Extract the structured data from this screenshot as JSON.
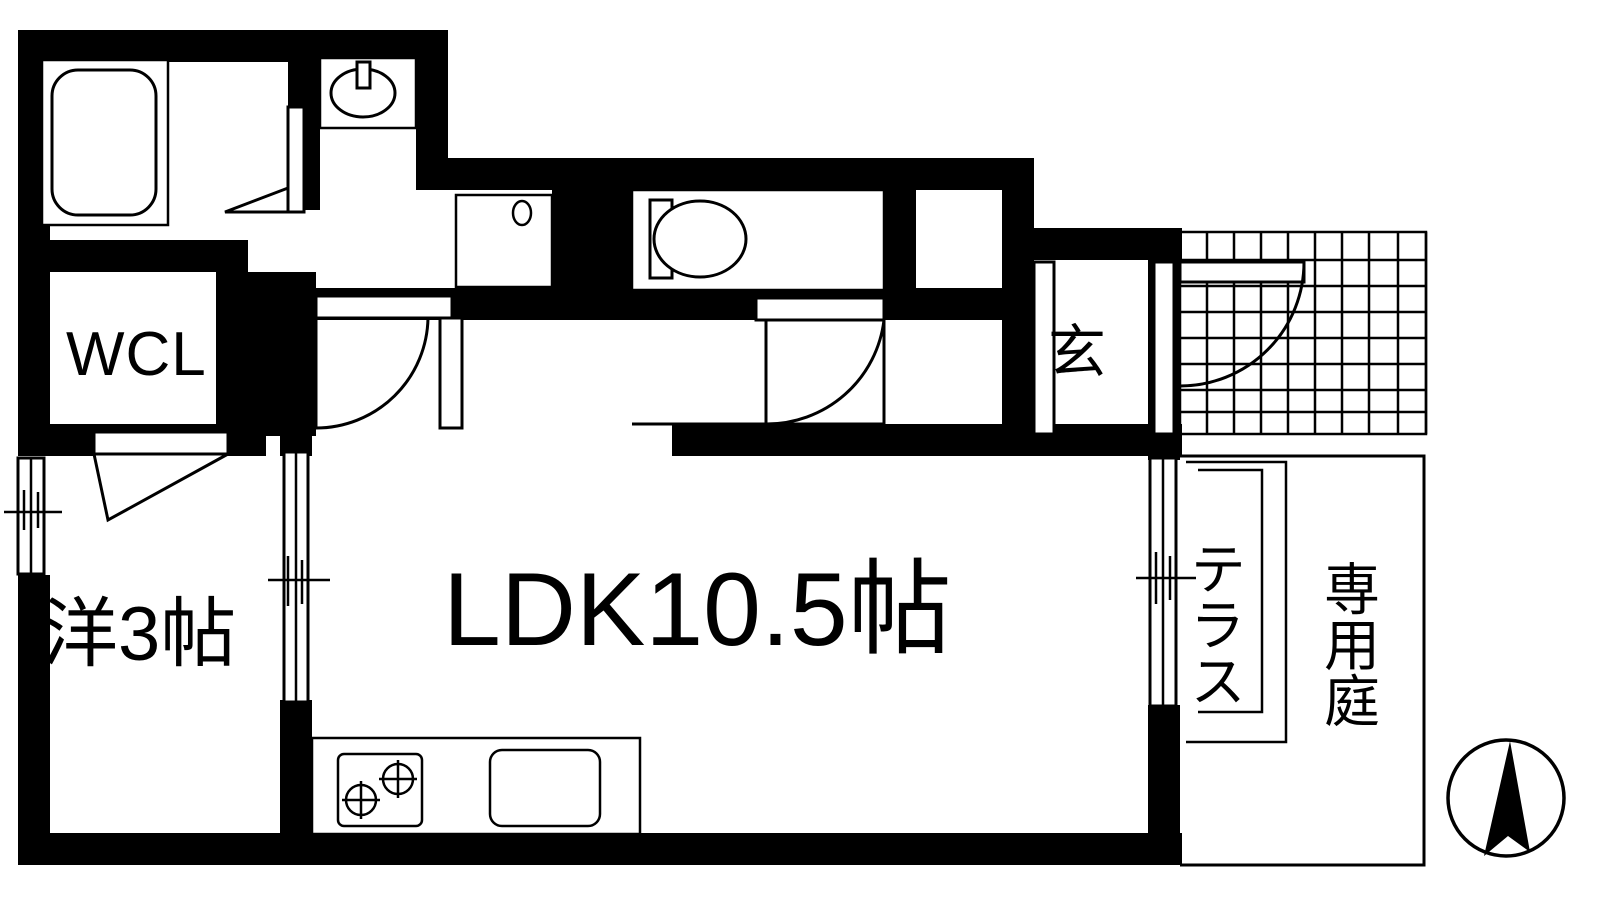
{
  "plan": {
    "title": "Japanese apartment floor plan",
    "rooms": [
      {
        "id": "ldk",
        "label": "LDK10.5帖",
        "kind": "living-dining-kitchen"
      },
      {
        "id": "western",
        "label": "洋3帖",
        "kind": "western-room"
      },
      {
        "id": "wcl",
        "label": "WCL",
        "kind": "walk-in-closet"
      },
      {
        "id": "genkan",
        "label": "玄",
        "kind": "entrance"
      },
      {
        "id": "terrace",
        "label": "テラス",
        "kind": "terrace"
      },
      {
        "id": "garden",
        "label": "専用庭",
        "kind": "private-garden"
      }
    ],
    "fixtures": [
      {
        "id": "bathtub",
        "name": "bathtub"
      },
      {
        "id": "vanity-sink",
        "name": "vanity-sink"
      },
      {
        "id": "washing-machine",
        "name": "washing-machine-pan"
      },
      {
        "id": "toilet",
        "name": "toilet"
      },
      {
        "id": "gas-stove",
        "name": "two-burner-gas-stove"
      },
      {
        "id": "kitchen-sink",
        "name": "kitchen-sink"
      }
    ],
    "compass": {
      "label": "N",
      "orientation": "north-arrow"
    },
    "colors": {
      "wall": "#000000",
      "background": "#ffffff",
      "line": "#000000"
    }
  },
  "labels": {
    "ldk": "LDK10.5帖",
    "western_room": "洋3帖",
    "wcl": "WCL",
    "genkan": "玄",
    "terrace": "テラス",
    "garden": "専用庭"
  }
}
